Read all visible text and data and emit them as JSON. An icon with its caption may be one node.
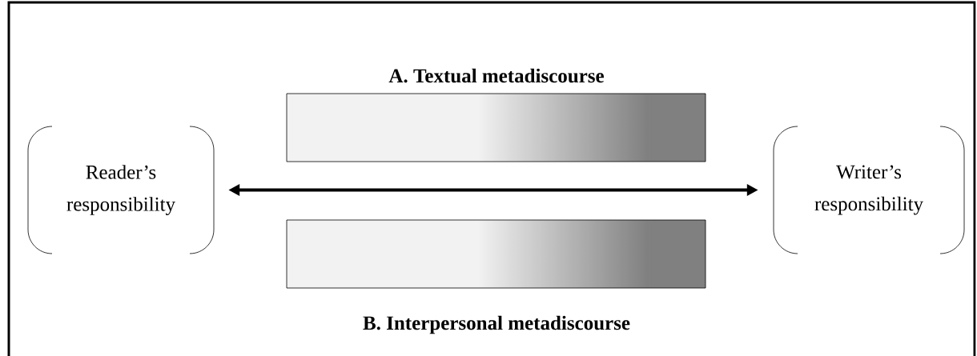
{
  "diagram": {
    "nodes": [
      {
        "text": [
          "Reader’s responsibility"
        ]
      },
      {
        "text": [
          "Writer’s responsibility"
        ]
      },
      {
        "text": [
          "A. Textual metadiscourse"
        ]
      },
      {
        "text": [
          "B. Interpersonal metadiscourse"
        ]
      }
    ],
    "edges": [
      {
        "from": 0,
        "to": 1,
        "arrow": "both"
      }
    ]
  }
}
